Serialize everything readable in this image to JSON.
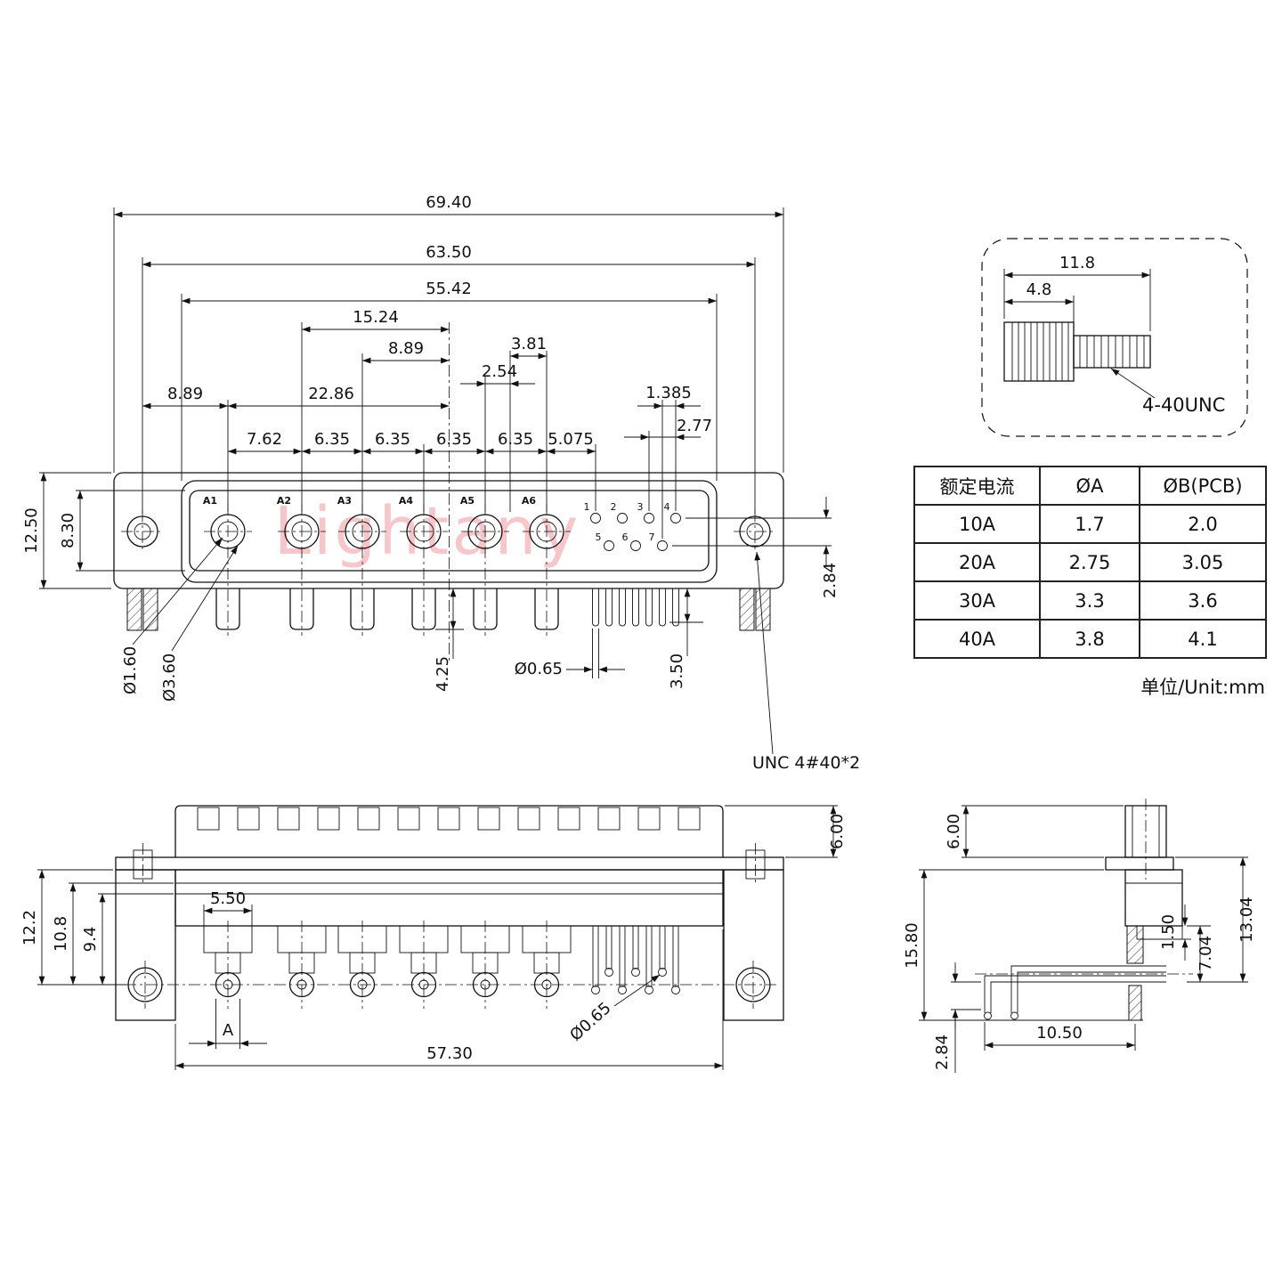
{
  "watermark": "Lightany",
  "front": {
    "contacts": [
      "A1",
      "A2",
      "A3",
      "A4",
      "A5",
      "A6"
    ],
    "pins": [
      "1",
      "2",
      "3",
      "4",
      "5",
      "6",
      "7"
    ],
    "dims": {
      "total_w": "69.40",
      "screw_span": "63.50",
      "body_w": "55.42",
      "d15_24": "15.24",
      "d8_89c": "8.89",
      "d3_81": "3.81",
      "d2_54": "2.54",
      "d22_86": "22.86",
      "d8_89l": "8.89",
      "d1_385": "1.385",
      "d2_77": "2.77",
      "d7_62": "7.62",
      "pitch": "6.35",
      "d5_075": "5.075",
      "flange_h": "12.50",
      "body_h": "8.30",
      "row_offset": "2.84",
      "phi_inner": "Ø1.60",
      "phi_outer": "Ø3.60",
      "post_len": "4.25",
      "pin_dia": "Ø0.65",
      "pin_len": "3.50"
    },
    "unc_note": "UNC 4#40*2"
  },
  "screw": {
    "d_total": "11.8",
    "d_head": "4.8",
    "label": "4-40UNC"
  },
  "table": {
    "headers": [
      "额定电流",
      "ØA",
      "ØB(PCB)"
    ],
    "rows": [
      [
        "10A",
        "1.7",
        "2.0"
      ],
      [
        "20A",
        "2.75",
        "3.05"
      ],
      [
        "30A",
        "3.3",
        "3.6"
      ],
      [
        "40A",
        "3.8",
        "4.1"
      ]
    ],
    "unit_note": "单位/Unit:mm"
  },
  "bl": {
    "dims": {
      "d5_50": "5.50",
      "d12_2": "12.2",
      "d10_8": "10.8",
      "d9_4": "9.4",
      "dA": "A",
      "d57_30": "57.30",
      "pin_dia": "Ø0.65",
      "d6_00": "6.00"
    }
  },
  "br": {
    "dims": {
      "d6_00": "6.00",
      "d15_80": "15.80",
      "d13_04": "13.04",
      "d7_04": "7.04",
      "d1_50": "1.50",
      "d10_50": "10.50",
      "d2_84": "2.84"
    }
  }
}
